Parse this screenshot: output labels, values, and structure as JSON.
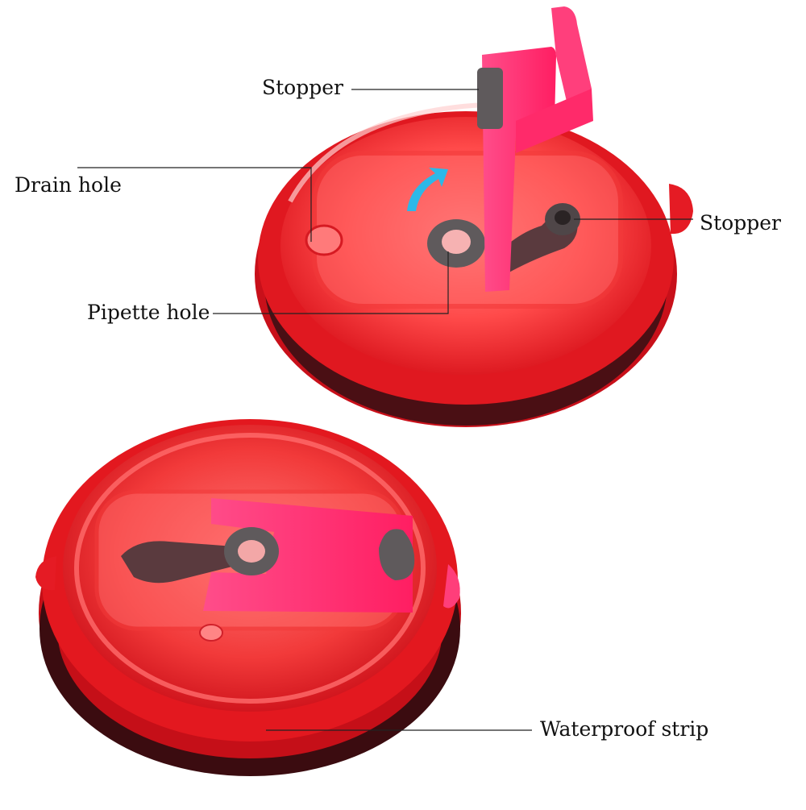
{
  "labels": {
    "stopper_top": "Stopper",
    "drain_hole": "Drain hole",
    "stopper_right": "Stopper",
    "pipette_hole": "Pipette hole",
    "waterproof_strip": "Waterproof strip"
  },
  "colors": {
    "lid_red": "#e8141c",
    "lid_dark": "#8a0a10",
    "slider_pink": "#ff2e72",
    "gasket_gray": "#5f5a5c",
    "arrow_blue": "#2cb8e8",
    "leader_line": "#222222"
  }
}
